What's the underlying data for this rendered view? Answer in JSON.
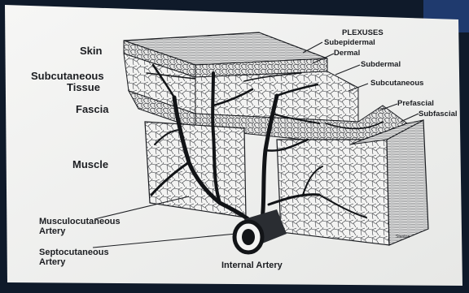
{
  "labels": {
    "plexuses": "PLEXUSES",
    "subepidermal": "Subepidermal",
    "dermal": "Dermal",
    "subdermal": "Subdermal",
    "subcutaneous_plexus": "Subcutaneous",
    "prefascial": "Prefascial",
    "subfascial": "Subfascial",
    "skin": "Skin",
    "subcutaneous_tissue_line1": "Subcutaneous",
    "subcutaneous_tissue_line2": "Tissue",
    "fascia": "Fascia",
    "muscle": "Muscle",
    "musculocutaneous_line1": "Musculocutaneous",
    "musculocutaneous_line2": "Artery",
    "septocutaneous_line1": "Septocutaneous",
    "septocutaneous_line2": "Artery",
    "internal_artery": "Internal Artery",
    "artist_signature": "Stanton"
  },
  "colors": {
    "paper": "#f1f1f0",
    "ink": "#1c1e22",
    "vignette": "#0f1a2a"
  }
}
